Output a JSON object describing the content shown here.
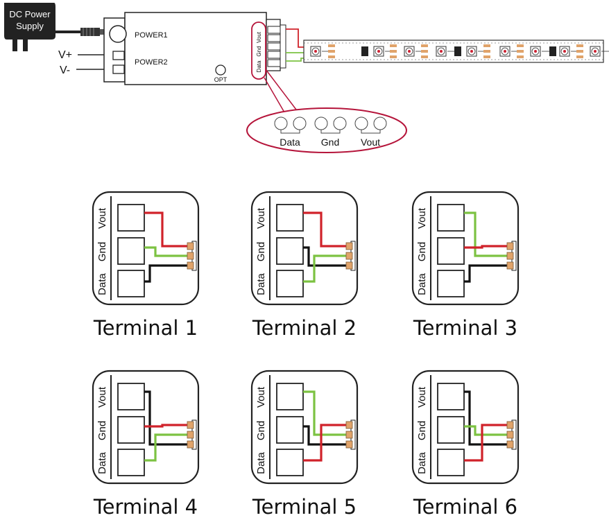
{
  "power_supply": {
    "label_line1": "DC Power",
    "label_line2": "Supply"
  },
  "polarity": {
    "vplus": "V+",
    "vminus": "V-"
  },
  "controller": {
    "power1": "POWER1",
    "power2": "POWER2",
    "opt": "OPT",
    "pins": [
      "Vout",
      "Gnd",
      "Data"
    ]
  },
  "callout": {
    "labels": [
      "Data",
      "Gnd",
      "Vout"
    ]
  },
  "terminal_row_labels": [
    "Vout",
    "Gnd",
    "Data"
  ],
  "colors": {
    "red": "#d0222a",
    "green": "#7cc242",
    "black": "#111111",
    "callout": "#b5143a",
    "pad": "#e0a36a"
  },
  "terminals": [
    {
      "title": "Terminal 1",
      "mapping": [
        "red",
        "green",
        "black"
      ]
    },
    {
      "title": "Terminal 2",
      "mapping": [
        "red",
        "black",
        "green"
      ]
    },
    {
      "title": "Terminal 3",
      "mapping": [
        "green",
        "red",
        "black"
      ]
    },
    {
      "title": "Terminal 4",
      "mapping": [
        "black",
        "red",
        "green"
      ]
    },
    {
      "title": "Terminal 5",
      "mapping": [
        "green",
        "black",
        "red"
      ]
    },
    {
      "title": "Terminal 6",
      "mapping": [
        "black",
        "green",
        "red"
      ]
    }
  ]
}
